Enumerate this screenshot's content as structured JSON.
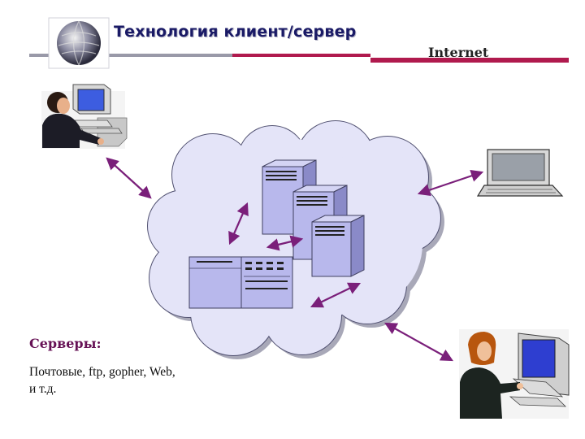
{
  "header": {
    "title": "Технология клиент/сервер",
    "internet_label": "Internet"
  },
  "servers_note": {
    "heading": "Серверы:",
    "description": "Почтовые, ftp, gopher, Web, и т.д."
  },
  "colors": {
    "cloud_fill": "#e4e4f8",
    "cloud_stroke": "#505070",
    "server_fill": "#b8b8ec",
    "arrow": "#7a1f7a",
    "title_line": "#b01a4e",
    "title_line_gray": "#9999a8"
  },
  "icons": [
    "globe-icon",
    "user-at-computer-icon",
    "laptop-icon",
    "woman-at-computer-icon",
    "server-tower-icon",
    "mainframe-icon"
  ]
}
